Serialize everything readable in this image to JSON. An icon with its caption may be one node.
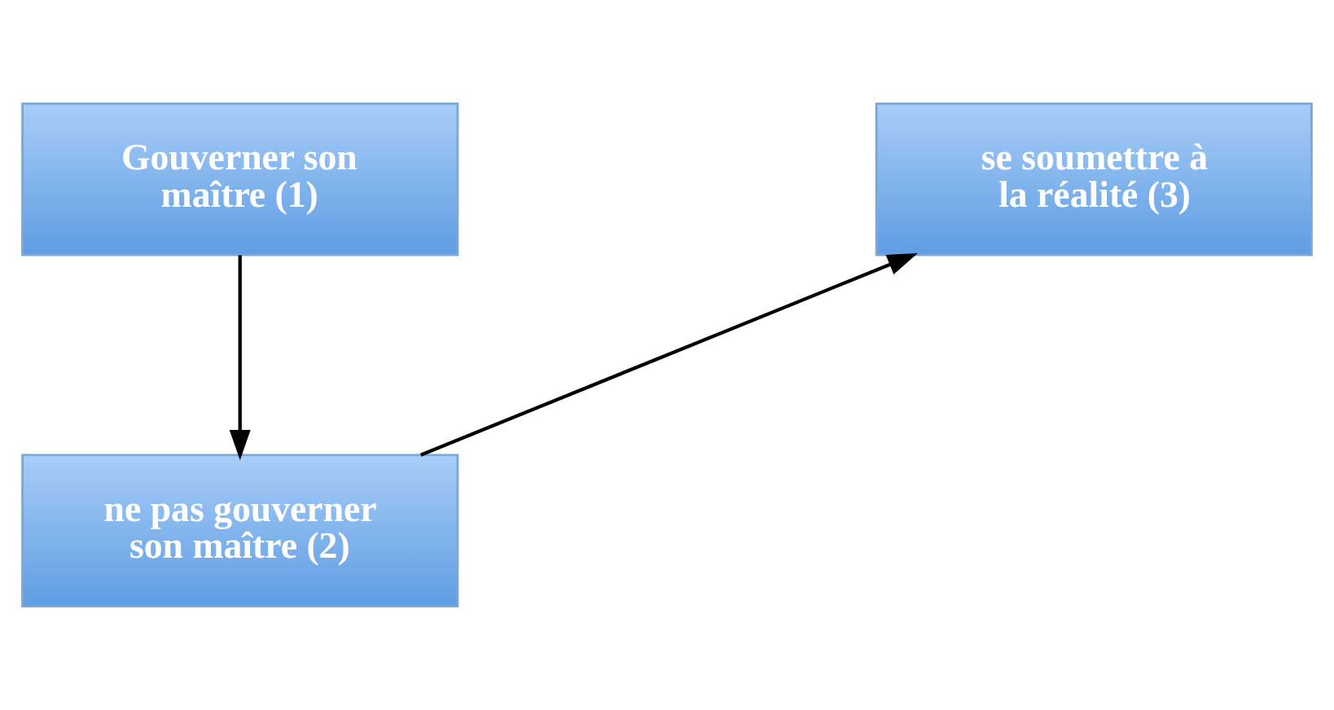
{
  "diagram": {
    "nodes": [
      {
        "text": [
          "Gouverner son maître (1)"
        ]
      },
      {
        "text": [
          "se soumettre à la réalité (3)"
        ]
      },
      {
        "text": [
          "ne pas gouverner son maître (2)"
        ]
      }
    ],
    "edges": [
      {
        "from": 0,
        "to": 2,
        "arrow": "to"
      },
      {
        "from": 2,
        "to": 1,
        "arrow": "to"
      }
    ]
  }
}
